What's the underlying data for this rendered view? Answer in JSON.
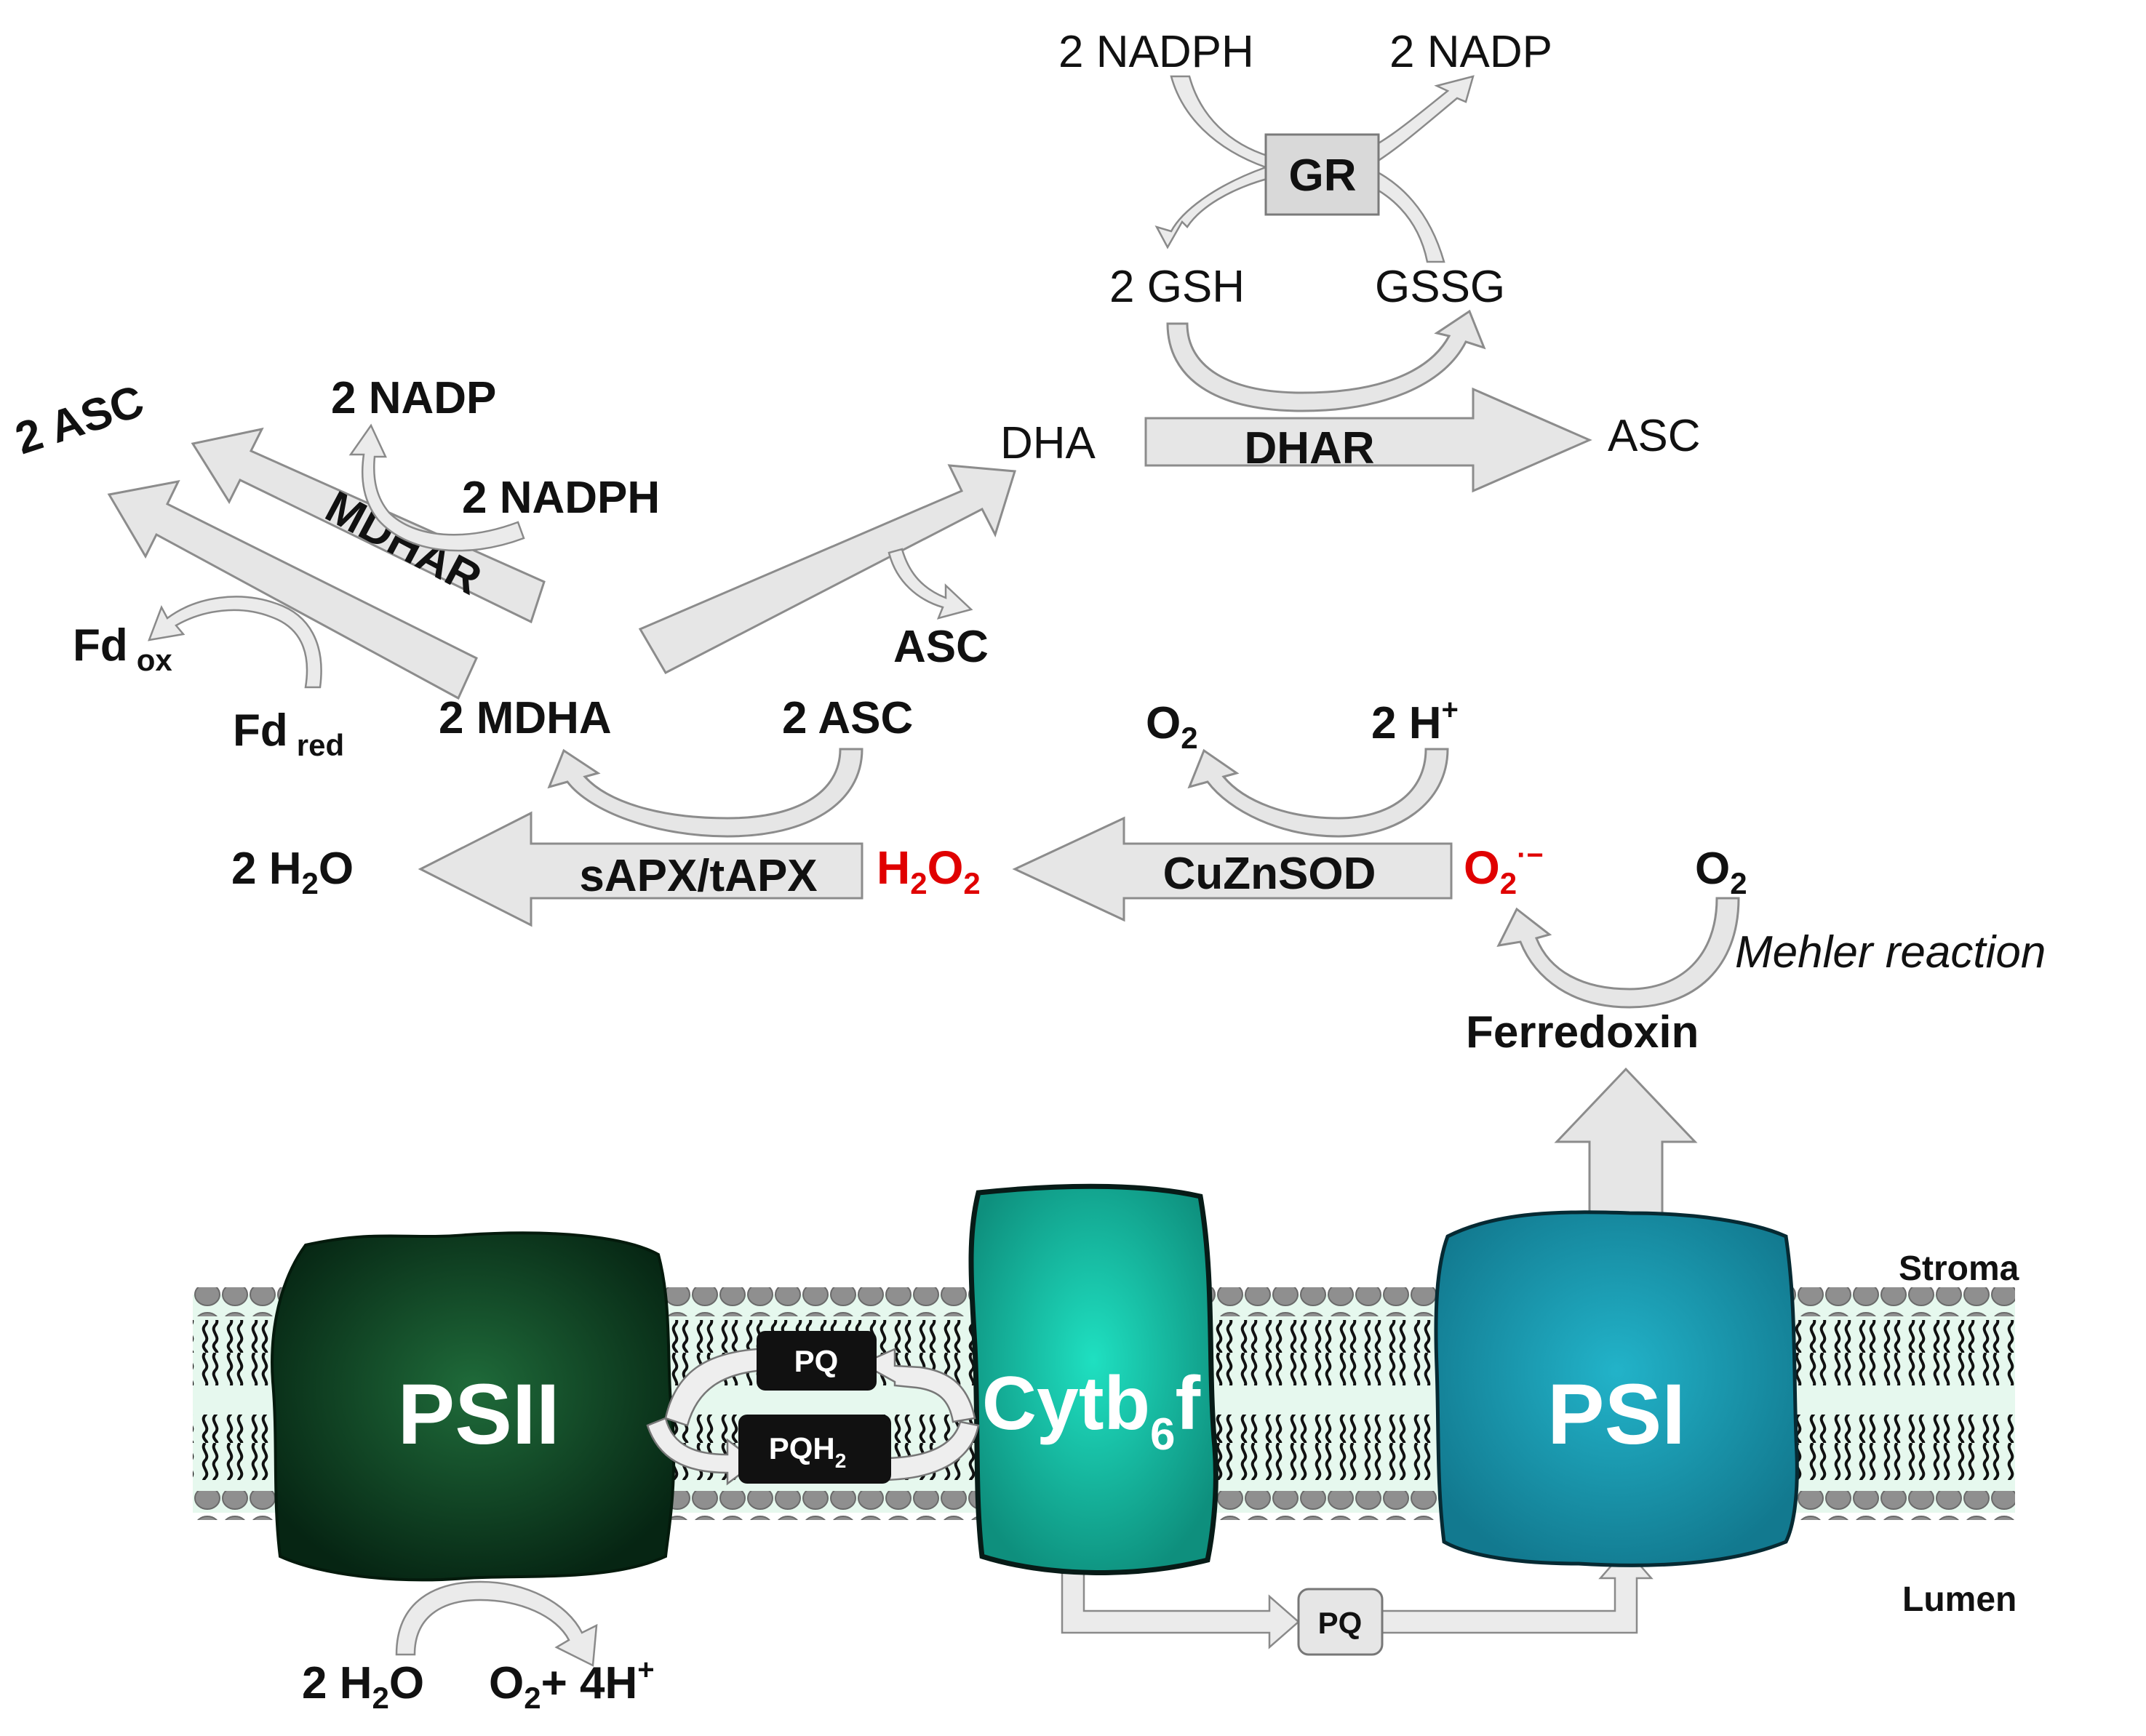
{
  "top": {
    "nadph_2": "2 NADPH",
    "nadp_2": "2 NADP",
    "gr": "GR",
    "gsh_2": "2 GSH",
    "gssg": "GSSG",
    "dha": "DHA",
    "dhar": "DHAR",
    "asc_right": "ASC"
  },
  "left": {
    "asc_2": "2 ASC",
    "nadp_2": "2 NADP",
    "nadph_2": "2 NADPH",
    "mdhar": "MDHAR",
    "fd": "Fd",
    "ox": "ox",
    "red": "red",
    "asc_mid": "ASC"
  },
  "middle": {
    "mdha_2": "2 MDHA",
    "asc_2": "2 ASC",
    "o2": "O",
    "o2_sub": "2",
    "h_2": "2 H",
    "h_sup": "+",
    "water": "2 H",
    "water_sub": "2",
    "water_o": "O",
    "sapx": "sAPX/tAPX",
    "h2o2_h": "H",
    "h2o2_2": "2",
    "h2o2_o": "O",
    "h2o2_2b": "2",
    "cuznsod": "CuZnSOD",
    "sup_o": "O",
    "sup_2": "2",
    "sup_charge": "·−",
    "o2_right": "O",
    "o2_right_sub": "2",
    "mehler": "Mehler reaction",
    "ferredoxin": "Ferredoxin"
  },
  "membrane": {
    "stroma": "Stroma",
    "lumen": "Lumen",
    "psii": "PSII",
    "cyt_main": "Cytb",
    "cyt_sub": "6",
    "cyt_end": "f",
    "psi": "PSI",
    "pq": "PQ",
    "pqh": "PQH",
    "pqh_sub": "2",
    "pq_lumen": "PQ",
    "water": "2 H",
    "water_sub": "2",
    "water_o": "O",
    "products_o": "O",
    "products_sub": "2",
    "products_h": "+ 4H",
    "products_sup": "+"
  },
  "colors": {
    "red_species": "#e00000",
    "psii": "#0b3b1c",
    "cytb6f": "#12b59d",
    "psi": "#1a93a8",
    "arrow_fill": "#e6e6e6",
    "membrane_bg": "#e6f8ee"
  }
}
